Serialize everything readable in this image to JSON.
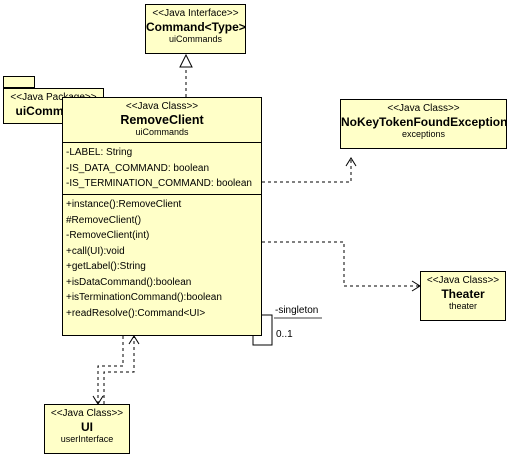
{
  "interface": {
    "stereotype": "<<Java Interface>>",
    "name": "Command<Type>",
    "package": "uiCommands"
  },
  "package_tab": {
    "stereotype": "<<Java Package>>",
    "name": "uiCommands"
  },
  "main_class": {
    "stereotype": "<<Java Class>>",
    "name": "RemoveClient",
    "package": "uiCommands",
    "attributes": [
      "-LABEL: String",
      "-IS_DATA_COMMAND: boolean",
      "-IS_TERMINATION_COMMAND: boolean"
    ],
    "methods": [
      "+instance():RemoveClient",
      "#RemoveClient()",
      "-RemoveClient(int)",
      "+call(UI):void",
      "+getLabel():String",
      "+isDataCommand():boolean",
      "+isTerminationCommand():boolean",
      "+readResolve():Command<UI>"
    ]
  },
  "exception_class": {
    "stereotype": "<<Java Class>>",
    "name": "NoKeyTokenFoundException",
    "package": "exceptions"
  },
  "theater_class": {
    "stereotype": "<<Java Class>>",
    "name": "Theater",
    "package": "theater"
  },
  "ui_class": {
    "stereotype": "<<Java Class>>",
    "name": "UI",
    "package": "userInterface"
  },
  "self_association": {
    "role": "-singleton",
    "multiplicity": "0..1"
  }
}
